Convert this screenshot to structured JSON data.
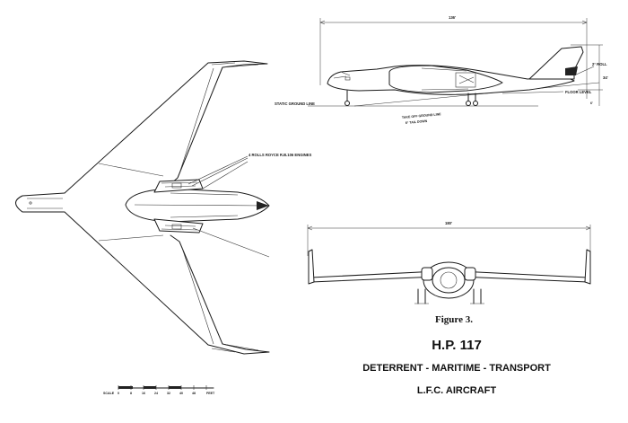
{
  "labels": {
    "engines": "4 ROLLS ROYCE R.B.106 ENGINES",
    "static_ground_line": "STATIC GROUND LINE",
    "take_off_ground_line_1": "TAKE OFF GROUND LINE",
    "take_off_ground_line_2": "6° TAIL DOWN",
    "roll": "2° ROLL",
    "floor_level": "FLOOR LEVEL",
    "dim_length": "136'",
    "dim_span": "180'",
    "dim_height_right": "34'",
    "dim_height_small": "6'",
    "scale_label": "SCALE",
    "scale_units": "FEET",
    "scale_ticks": [
      "0",
      "8",
      "16",
      "24",
      "32",
      "40",
      "48"
    ]
  },
  "caption": {
    "figure": "Figure 3.",
    "title": "H.P. 117",
    "subtitle": "DETERRENT - MARITIME - TRANSPORT",
    "subtitle2": "L.F.C.  AIRCRAFT"
  }
}
